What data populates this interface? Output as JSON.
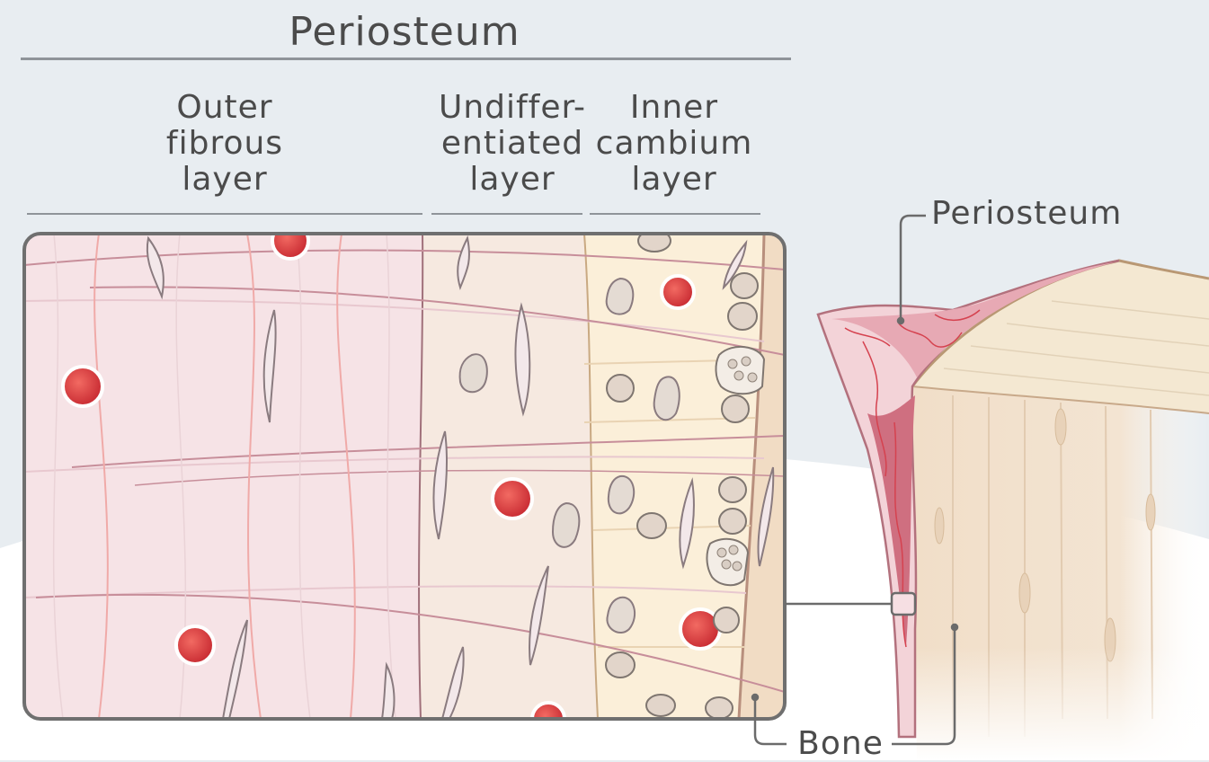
{
  "labels": {
    "periosteum_heading": "Periosteum",
    "outer_fibrous": [
      "Outer",
      "fibrous",
      "layer"
    ],
    "undifferentiated": [
      "Undiffer-",
      "entiated",
      "layer"
    ],
    "inner_cambium": [
      "Inner",
      "cambium",
      "layer"
    ],
    "periosteum_callout": "Periosteum",
    "bone_callout": "Bone"
  },
  "colors": {
    "background": "#e8edf1",
    "ground": "#ffffff",
    "fibrous_layer": "#f6e3e6",
    "undifferentiated_layer": "#f6e9e0",
    "cambium_layer": "#fbefd9",
    "bone": "#f1dec8",
    "red_blood_cell": "#d8373b",
    "frame": "#6f6f6f",
    "text": "#4b4b4b"
  }
}
